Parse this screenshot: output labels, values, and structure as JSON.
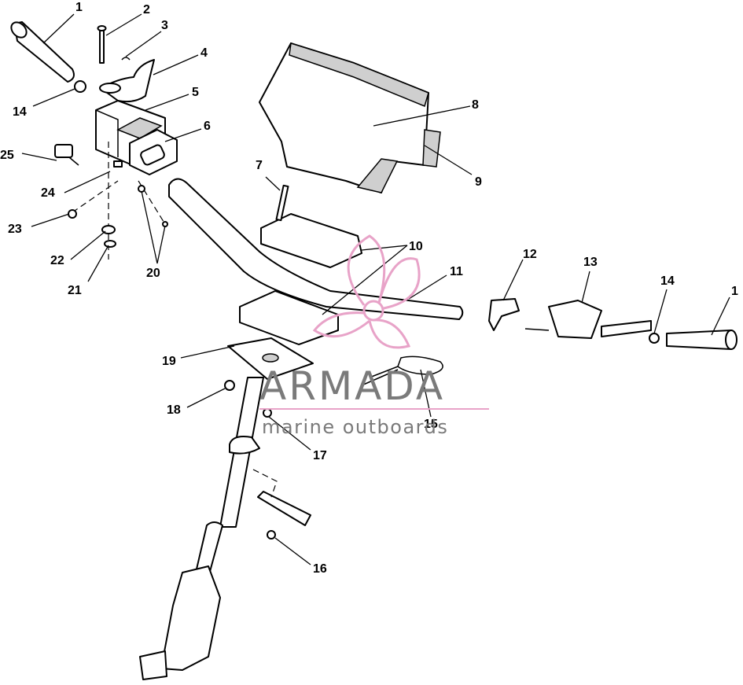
{
  "callouts": {
    "c1": "1",
    "c2": "2",
    "c3": "3",
    "c4": "4",
    "c5": "5",
    "c6": "6",
    "c7": "7",
    "c8": "8",
    "c9": "9",
    "c10": "10",
    "c11": "11",
    "c12": "12",
    "c13": "13",
    "c14a": "14",
    "c14b": "14",
    "c15": "15",
    "c16": "16",
    "c17": "17",
    "c18": "18",
    "c19": "19",
    "c20": "20",
    "c21": "21",
    "c22": "22",
    "c23": "23",
    "c24": "24",
    "c25": "25",
    "c1b": "1"
  },
  "watermark": {
    "title": "ARMADA",
    "subtitle": "marine outboards",
    "logo_color": "#e8a3c8",
    "text_color": "#7a7a7a"
  }
}
